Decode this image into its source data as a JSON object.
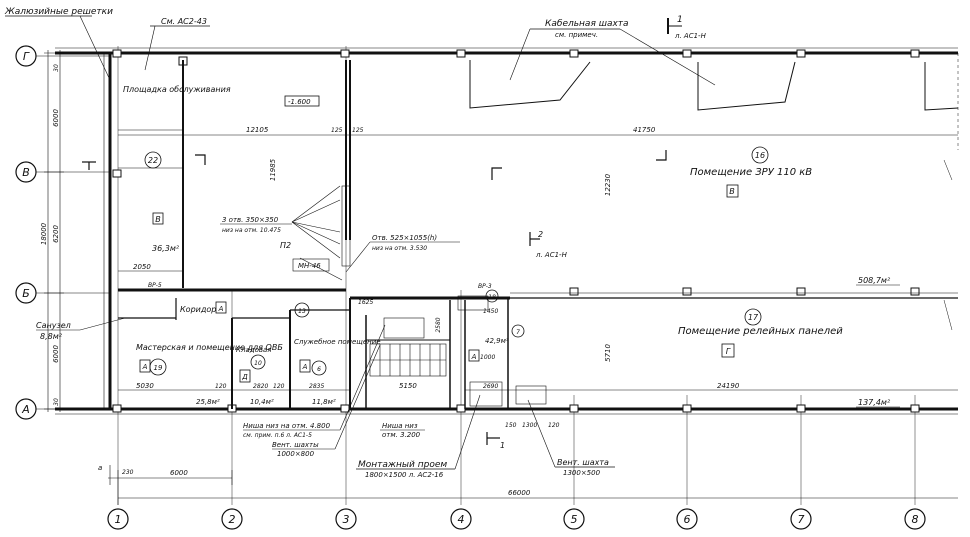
{
  "top_labels": {
    "louvers": "Жалюзийные решетки",
    "sheet_ref": "См. АС2-43",
    "cable_shaft": "Кабельная шахта",
    "cable_shaft_note": "см. примеч.",
    "section_1_ref": "л. АС1-Н",
    "section_1_num": "1"
  },
  "rows": [
    "Г",
    "В",
    "Б",
    "А"
  ],
  "columns": [
    "1",
    "2",
    "3",
    "4",
    "5",
    "6",
    "7",
    "8"
  ],
  "rooms": {
    "service_platform": "Площадка обслуживания",
    "level": "-1.600",
    "room22": "22",
    "room22_cat": "В",
    "room22_area": "36,3м²",
    "room16_num": "16",
    "room16_name": "Помещение ЗРУ 110 кВ",
    "room16_cat": "В",
    "room16_area": "508,7м²",
    "room17_num": "17",
    "room17_name": "Помещение релейных панелей",
    "room17_cat": "Г",
    "room17_area": "137,4м²",
    "room18_num": "18",
    "corridor": "Коридор",
    "corridor_cat": "А",
    "wc": "Санузел",
    "wc_area": "8,8м²",
    "workshop": "Мастерская и помещение для ОВБ",
    "workshop_num": "19",
    "workshop_cat": "А",
    "workshop_area": "25,8м²",
    "storage": "Кладовая",
    "storage_num": "10",
    "storage_cat": "Д",
    "storage_area": "10,4м²",
    "office": "Служебное помещение",
    "office_num": "6",
    "office_cat": "А",
    "office_area": "11,8м²",
    "room13": "13",
    "stair_area": "42,9м²",
    "stair_num": "7",
    "stair_cat": "А"
  },
  "notes": {
    "openings": "3 отв. 350×350",
    "openings_level": "низ на отм. 10.475",
    "p2": "П2",
    "mn": "МН-46",
    "opening2": "Отв. 525×1055(h)",
    "opening2_level": "низ на отм. 3.530",
    "section_2_num": "2",
    "section_2_ref": "л. АС1-Н",
    "niche1": "Ниша низ на отм. 4.800",
    "niche1_ref": "см. прим. п.6 л. АС1-5",
    "vent1": "Вент. шахты",
    "vent1_size": "1000×800",
    "niche2": "Ниша низ",
    "niche2_level": "отм. 3.200",
    "mount": "Монтажный проем",
    "mount_size": "1800×1500 л. АС2-16",
    "vent2": "Вент. шахта",
    "vent2_size": "1300×500",
    "vr3": "ВР-3",
    "vr5": "ВР-5"
  },
  "dims": {
    "d12105": "12105",
    "d41750": "41750",
    "d11985": "11985",
    "d125a": "125",
    "d125b": "125",
    "d2050": "2050",
    "d6000a": "6000",
    "d6200": "6200",
    "d18000": "18000",
    "d6000b": "6000",
    "d30a": "30",
    "d30b": "30",
    "d5030": "5030",
    "d2820": "2820",
    "d2835": "2835",
    "d120a": "120",
    "d120b": "120",
    "d120c": "120",
    "d5150": "5150",
    "d2690": "2690",
    "d24190": "24190",
    "d5710": "5710",
    "d12230": "12230",
    "d1625": "1625",
    "d1000": "1000",
    "d1450": "1450",
    "d2580": "2580",
    "d6000c": "6000",
    "d66000": "66000",
    "d230": "230",
    "d1300": "1300",
    "d150": "150",
    "a": "а"
  }
}
